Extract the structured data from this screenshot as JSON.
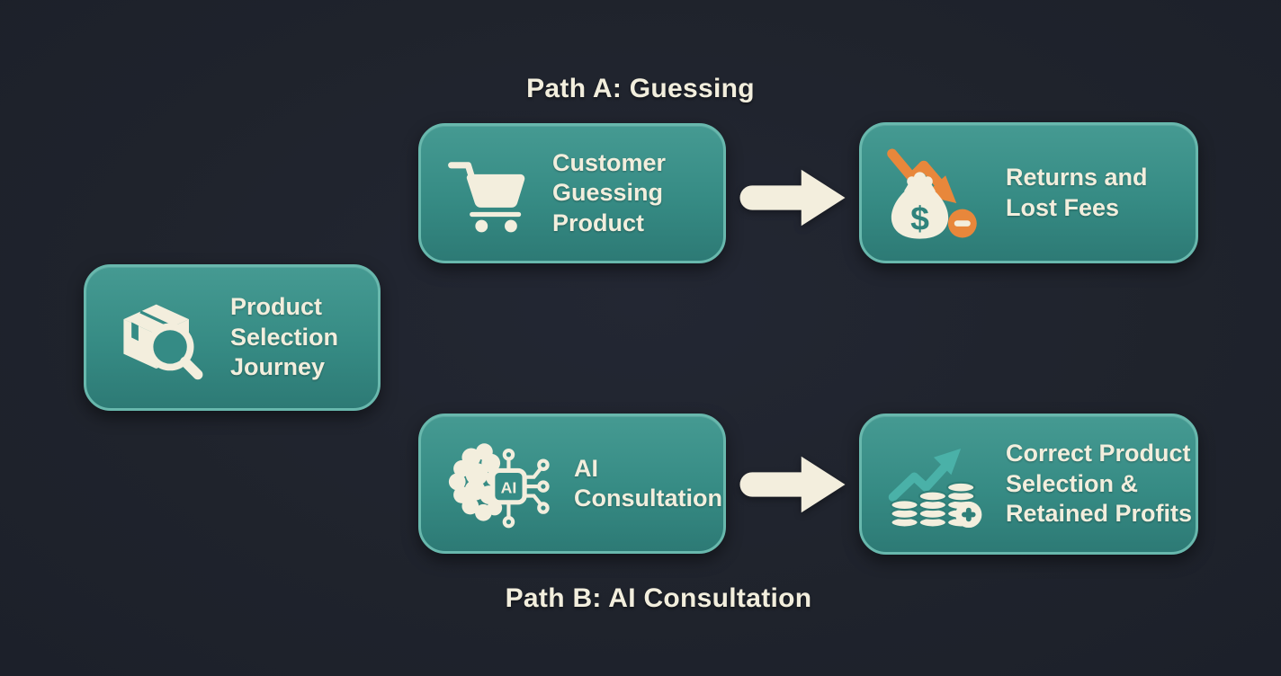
{
  "canvas": {
    "background": "#1f232c"
  },
  "palette": {
    "node_fill_top": "#459a92",
    "node_fill_bottom": "#2d7a75",
    "node_border": "#68b8ad",
    "text_cream": "#f2eedd",
    "alert_orange": "#e8873b",
    "growth_teal": "#4ab1a8"
  },
  "labels": {
    "path_a": "Path A: Guessing",
    "path_b": "Path B: AI Consultation"
  },
  "glyphs": {
    "dollar": "$",
    "ai_chip": "AI"
  },
  "nodes": {
    "journey": {
      "icon": "package-search-icon",
      "lines": [
        "Product",
        "Selection",
        "Journey"
      ]
    },
    "customer_guessing": {
      "icon": "shopping-cart-icon",
      "lines": [
        "Customer",
        "Guessing",
        "Product"
      ]
    },
    "returns_lost_fees": {
      "icon": "money-bag-decline-icon",
      "lines": [
        "Returns and",
        "Lost Fees"
      ]
    },
    "ai_consultation": {
      "icon": "ai-chip-brain-icon",
      "lines": [
        "AI",
        "Consultation"
      ]
    },
    "correct_selection": {
      "icon": "coins-growth-icon",
      "lines": [
        "Correct Product",
        "Selection &",
        "Retained Profits"
      ]
    }
  },
  "arrows": [
    {
      "name": "path-a-flow-arrow"
    },
    {
      "name": "path-b-flow-arrow"
    }
  ]
}
